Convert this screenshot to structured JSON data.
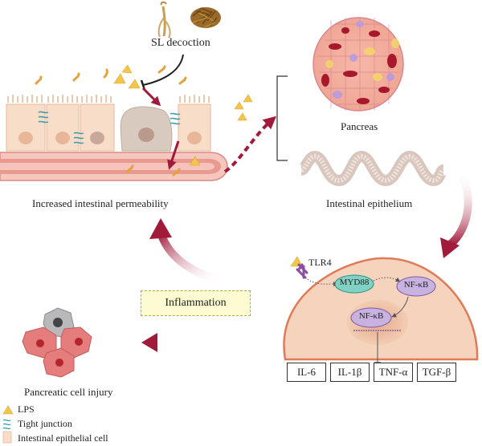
{
  "labels": {
    "sl_decoction": "SL decoction",
    "pancreas": "Pancreas",
    "intestinal_epithelium": "Intestinal epithelium",
    "increased_permeability": "Increased intestinal permeability",
    "inflammation": "Inflammation",
    "pancreatic_injury": "Pancreatic cell injury",
    "tlr4": "TLR4",
    "myd88": "MYD88",
    "nfkb_cyto": "NF-κB",
    "nfkb_nuc": "NF-κB"
  },
  "cytokines": [
    "IL-6",
    "IL-1β",
    "TNF-α",
    "TGF-β"
  ],
  "legend": [
    {
      "icon": "lps-triangle-icon",
      "label": "LPS"
    },
    {
      "icon": "tight-junction-icon",
      "label": "Tight junction"
    },
    {
      "icon": "epithelial-cell-icon",
      "label": "Intestinal epithelial cell"
    }
  ],
  "colors": {
    "arrow_crimson": "#a21a3a",
    "lps_yellow": "#f3c64b",
    "cell_peach": "#f8ddc8",
    "cell_grey": "#d8cabf",
    "nucleus_tan": "#e8b79a",
    "receptor_purple": "#8b4ea3",
    "myd88_teal": "#7fd3c4",
    "nfkb_lavender": "#c8b2e0",
    "inflammation_fill": "#fdfbd2"
  }
}
